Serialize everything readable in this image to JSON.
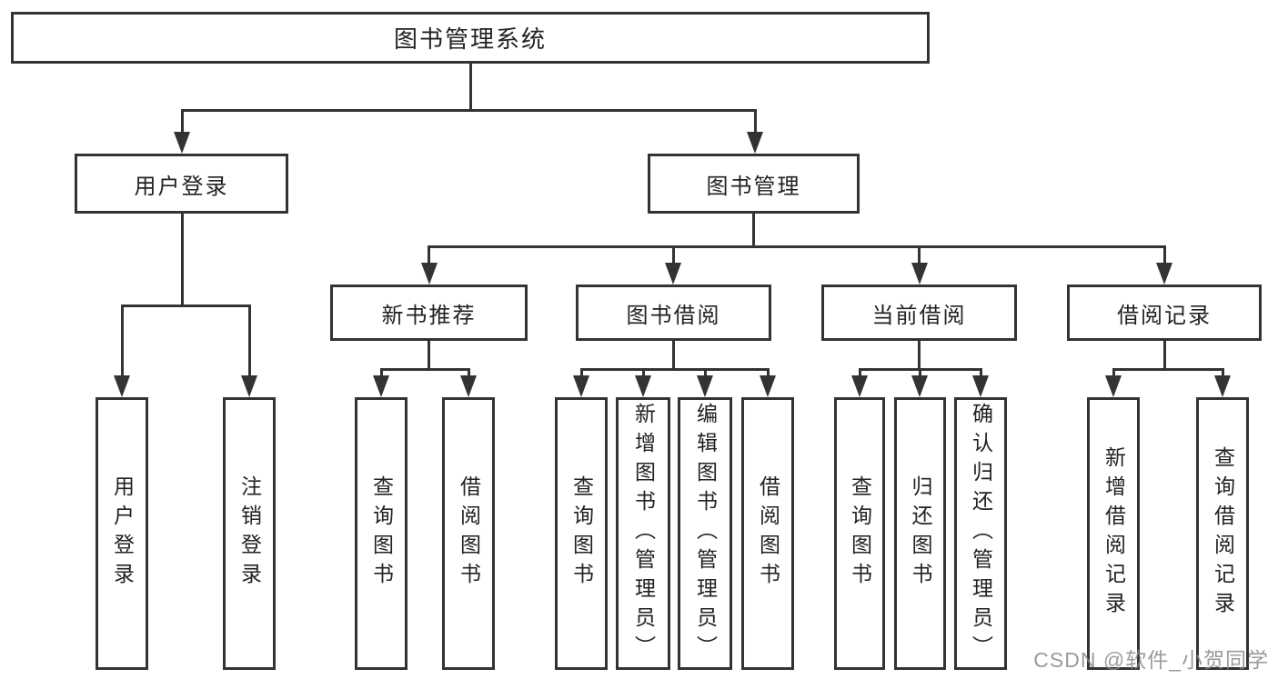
{
  "colors": {
    "line": "#333333",
    "text": "#222222",
    "box_background": "#ffffff",
    "page_background": "#ffffff",
    "watermark": "#8a8a8a"
  },
  "root": {
    "label": "图书管理系统"
  },
  "branches": [
    {
      "label": "用户登录",
      "leaves": [
        {
          "label": "用户登录"
        },
        {
          "label": "注销登录"
        }
      ]
    },
    {
      "label": "图书管理",
      "sections": [
        {
          "label": "新书推荐",
          "leaves": [
            {
              "label": "查询图书"
            },
            {
              "label": "借阅图书"
            }
          ]
        },
        {
          "label": "图书借阅",
          "leaves": [
            {
              "label": "查询图书"
            },
            {
              "label": "新增图书（管理员）"
            },
            {
              "label": "编辑图书（管理员）"
            },
            {
              "label": "借阅图书"
            }
          ]
        },
        {
          "label": "当前借阅",
          "leaves": [
            {
              "label": "查询图书"
            },
            {
              "label": "归还图书"
            },
            {
              "label": "确认归还（管理员）"
            }
          ]
        },
        {
          "label": "借阅记录",
          "leaves": [
            {
              "label": "新增借阅记录"
            },
            {
              "label": "查询借阅记录"
            }
          ]
        }
      ]
    }
  ],
  "watermark": {
    "text": "CSDN @软件_小贺同学"
  }
}
